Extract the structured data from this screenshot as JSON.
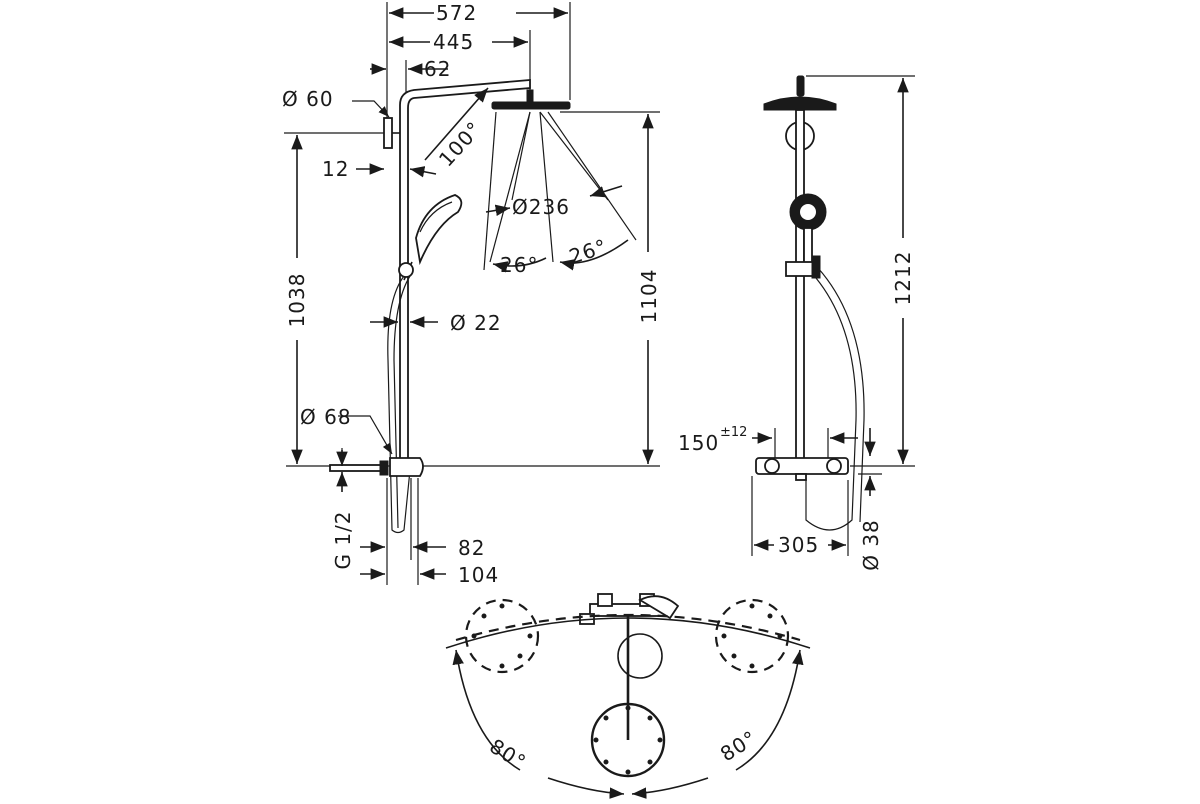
{
  "side_view": {
    "width_total": "572",
    "arm_length": "445",
    "arm_offset": "62",
    "bracket_diameter": "Ø 60",
    "wall_gap": "12",
    "spray_angle_top": "100°",
    "head_diameter": "Ø236",
    "spray_angle_left": "26°",
    "spray_angle_right": "26°",
    "pipe_diameter": "Ø 22",
    "height_rail": "1038",
    "height_overall": "1104",
    "mixer_diameter": "Ø 68",
    "thread": "G 1/2",
    "depth_82": "82",
    "depth_104": "104"
  },
  "front_view": {
    "total_height": "1212",
    "inlet_spacing": "150",
    "inlet_tolerance": "±12",
    "mixer_width": "305",
    "mixer_diameter": "Ø 38"
  },
  "top_view": {
    "swivel_left": "80°",
    "swivel_right": "80°"
  }
}
